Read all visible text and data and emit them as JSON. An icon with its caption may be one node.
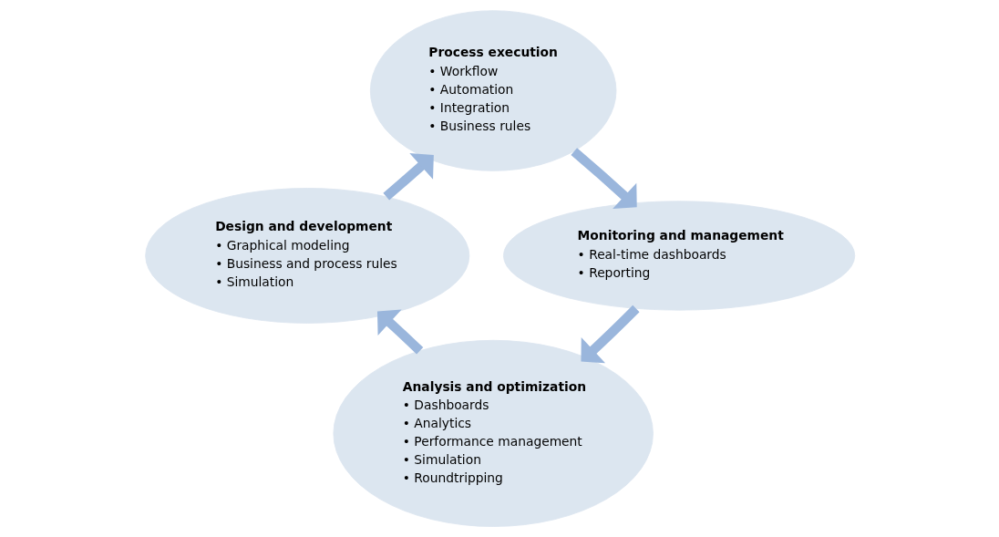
{
  "diagram": {
    "nodes": [
      {
        "text": [
          "Process execution",
          "• Workflow",
          "• Automation",
          "• Integration",
          "• Business rules"
        ]
      },
      {
        "text": [
          "Design and development",
          "• Graphical modeling",
          "• Business and process rules",
          "• Simulation"
        ]
      },
      {
        "text": [
          "Monitoring and management",
          "• Real-time dashboards",
          "• Reporting"
        ]
      },
      {
        "text": [
          "Analysis and optimization",
          "• Dashboards",
          "• Analytics",
          "• Performance management",
          "• Simulation",
          "• Roundtripping"
        ]
      }
    ],
    "edges": [
      {
        "from": 1,
        "to": 0,
        "arrow": "to"
      },
      {
        "from": 0,
        "to": 2,
        "arrow": "to"
      },
      {
        "from": 2,
        "to": 3,
        "arrow": "to"
      },
      {
        "from": 3,
        "to": 1,
        "arrow": "to"
      }
    ]
  }
}
